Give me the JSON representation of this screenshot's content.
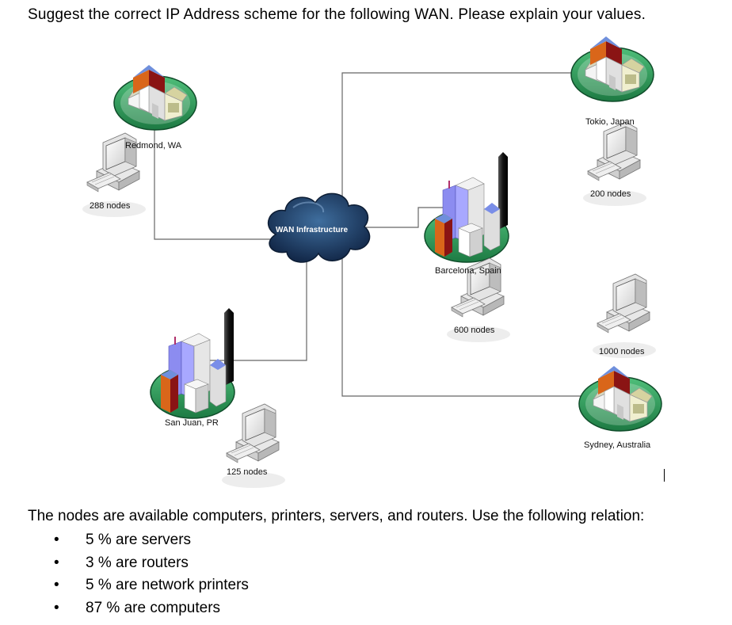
{
  "question": "Suggest the correct IP Address scheme for the following WAN. Please explain your values.",
  "cloud_label": "WAN Infrastructure",
  "sites": [
    {
      "name": "Redmond, WA",
      "nodes": "288 nodes",
      "icon": "church-building-icon"
    },
    {
      "name": "Tokio, Japan",
      "nodes": "200 nodes",
      "icon": "church-building-icon"
    },
    {
      "name": "Barcelona, Spain",
      "nodes": "600 nodes",
      "icon": "city-buildings-icon"
    },
    {
      "name": "San Juan, PR",
      "nodes": "125 nodes",
      "icon": "city-buildings-icon"
    },
    {
      "name": "Sydney, Australia",
      "nodes": "1000 nodes",
      "icon": "church-building-icon"
    }
  ],
  "relation_intro": "The nodes are available computers, printers, servers, and routers. Use the following relation:",
  "bullet_symbol": "•",
  "relations": [
    "5 % are servers",
    "3 % are routers",
    "5 % are network printers",
    "87 % are computers"
  ],
  "colors": {
    "line": "#666666",
    "cloud": "#1b3a5c",
    "ground": "#2e9a58",
    "roof_blue": "#6f8fdc",
    "roof_orange": "#d9661a",
    "roof_red": "#8a1414"
  }
}
